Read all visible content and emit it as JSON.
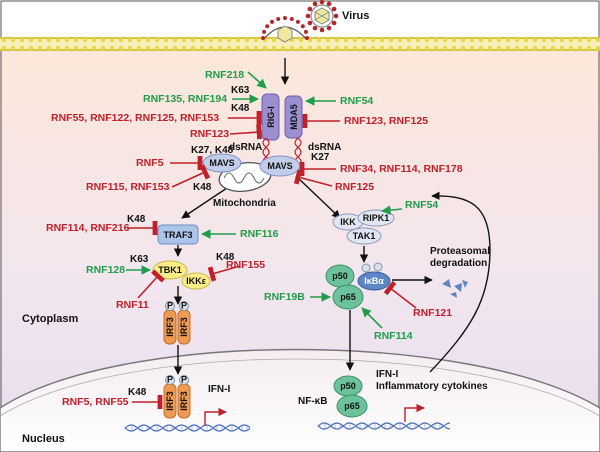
{
  "labels": {
    "virus": "Virus",
    "cytoplasm": "Cytoplasm",
    "nucleus": "Nucleus",
    "mitochondria": "Mitochondria",
    "dsrna_left": "dsRNA",
    "dsrna_right": "dsRNA",
    "proteasomal_line1": "Proteasomal",
    "proteasomal_line2": "degradation",
    "ifn_i_left": "IFN-I",
    "ifn_i_right": "IFN-I",
    "inflammatory": "Inflammatory cytokines",
    "nfkb": "NF-κB"
  },
  "proteins": {
    "rigi": "RIG-I",
    "mda5": "MDA5",
    "mavs_left": "MAVS",
    "mavs_center": "MAVS",
    "traf3": "TRAF3",
    "tbk1": "TBK1",
    "ikke": "IKKε",
    "irf3_a": "IRF3",
    "irf3_b": "IRF3",
    "irf3_nuc_a": "IRF3",
    "irf3_nuc_b": "IRF3",
    "ikk": "IKK",
    "ripk1": "RIPK1",
    "tak1": "TAK1",
    "p50": "p50",
    "p65": "p65",
    "ikba": "IκBα",
    "p50_nuc": "p50",
    "p65_nuc": "p65",
    "p_mark": "P"
  },
  "ubiquitin": {
    "k63_rigi": "K63",
    "k48_rigi": "K48",
    "k27k48_mavs": "K27, K48",
    "k48_mavs": "K48",
    "k27_mavs": "K27",
    "k48_traf3": "K48",
    "k63_tbk1": "K63",
    "k48_ikke": "K48",
    "k48_irf3": "K48"
  },
  "regulators": {
    "rnf218": "RNF218",
    "rnf135_194": "RNF135, RNF194",
    "rnf55_group": "RNF55, RNF122, RNF125, RNF153",
    "rnf123_left": "RNF123",
    "rnf54_mda5": "RNF54",
    "rnf123_125": "RNF123, RNF125",
    "rnf5_mavs": "RNF5",
    "rnf115_153": "RNF115, RNF153",
    "rnf34_group": "RNF34, RNF114, RNF178",
    "rnf125_mavs": "RNF125",
    "rnf114_216": "RNF114, RNF216",
    "rnf116": "RNF116",
    "rnf128": "RNF128",
    "rnf155": "RNF155",
    "rnf11": "RNF11",
    "rnf54_ikk": "RNF54",
    "rnf19b": "RNF19B",
    "rnf121": "RNF121",
    "rnf114_p65": "RNF114",
    "rnf5_55_nuc": "RNF5, RNF55"
  },
  "colors": {
    "inhibit": "#c0202a",
    "promote": "#1f9d4a",
    "membrane": "#e8d84a",
    "rigi": "#9b8fd0",
    "mavs": "#c2cdea",
    "traf3": "#aac4ea",
    "tbk1": "#fbee86",
    "irf3": "#ef9a52",
    "nfkb": "#6cc39b",
    "ikba": "#5c86c6"
  }
}
